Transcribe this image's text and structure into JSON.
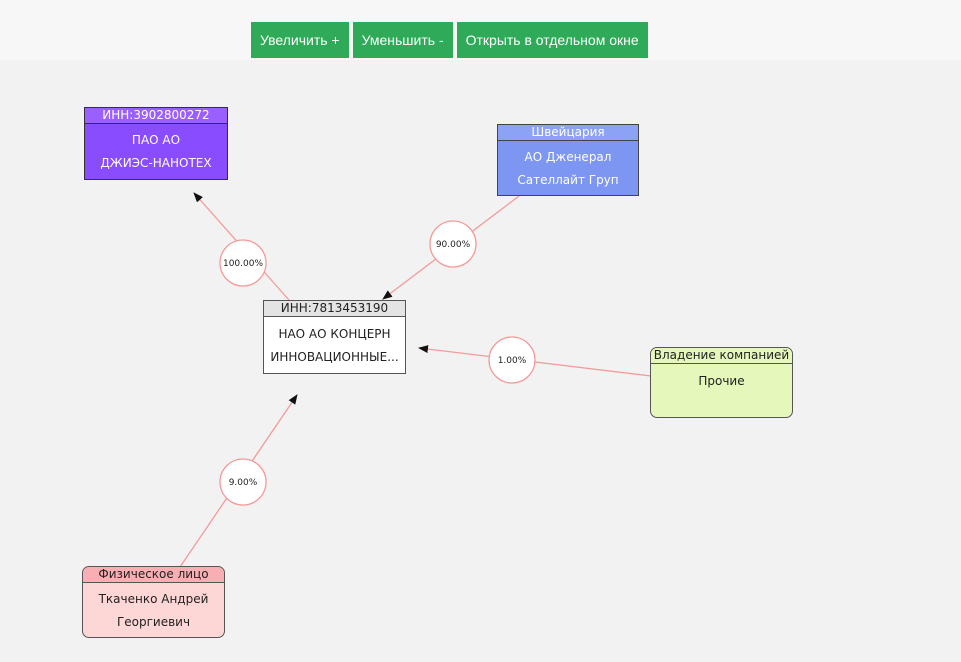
{
  "toolbar": {
    "zoom_in": "Увеличить +",
    "zoom_out": "Уменьшить -",
    "open_window": "Открыть в отдельном окне"
  },
  "nodes": {
    "main": {
      "header": "ИНН:7813453190",
      "line1": "НАО АО КОНЦЕРН",
      "line2": "ИННОВАЦИОННЫЕ..."
    },
    "nanotech": {
      "header": "ИНН:3902800272",
      "line1": "ПАО АО",
      "line2": "ДЖИЭС-НАНОТЕХ"
    },
    "general": {
      "header": "Швейцария",
      "line1": "АО Дженерал",
      "line2": "Сателлайт Груп"
    },
    "other": {
      "header": "Владение компанией",
      "line1": "Прочие"
    },
    "person": {
      "header": "Физическое лицо",
      "line1": "Ткаченко Андрей",
      "line2": "Георгиевич"
    }
  },
  "edges": {
    "nanotech": "100.00%",
    "general": "90.00%",
    "other": "1.00%",
    "person": "9.00%"
  },
  "colors": {
    "button": "#2eaa58",
    "edge": "#f49a9a",
    "nanotech": "#8a4cff",
    "general": "#7d96f1",
    "other": "#e5f7bb",
    "person": "#fdd6d6"
  }
}
